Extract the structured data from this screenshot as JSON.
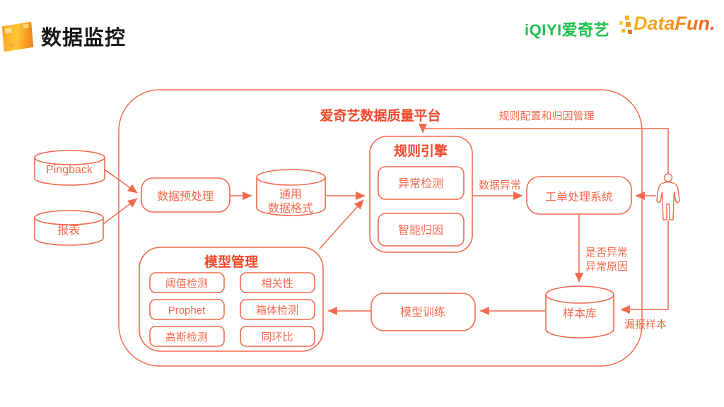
{
  "colors": {
    "accent": "#f4694c",
    "accent_bold": "#f4482c",
    "iqiyi_green": "#1cc24c",
    "datafun_gradient_from": "#f2b21d",
    "datafun_gradient_to": "#ed5a20",
    "title_text": "#161616"
  },
  "header": {
    "page_title": "数据监控",
    "iqiyi_logo_text": "iQIYI爱奇艺",
    "datafun_logo_text": "DataFun."
  },
  "diagram": {
    "platform_title": "爱奇艺数据质量平台",
    "sources": {
      "pingback": "Pingback",
      "report": "报表"
    },
    "preprocess": "数据预处理",
    "common_format": {
      "line1": "通用",
      "line2": "数据格式"
    },
    "rule_engine": {
      "title": "规则引擎",
      "items": [
        "异常检测",
        "智能归因"
      ]
    },
    "ticket_system": "工单处理系统",
    "sample_store": "样本库",
    "model_training": "模型训练",
    "model_mgmt": {
      "title": "模型管理",
      "items": [
        "阈值检测",
        "相关性",
        "Prophet",
        "箱体检测",
        "高斯检测",
        "同环比"
      ]
    },
    "edge_labels": {
      "rule_config": "规则配置和归因管理",
      "data_anomaly": "数据异常",
      "feedback_line1": "是否异常",
      "feedback_line2": "异常原因",
      "missed_samples": "漏报样本"
    }
  }
}
